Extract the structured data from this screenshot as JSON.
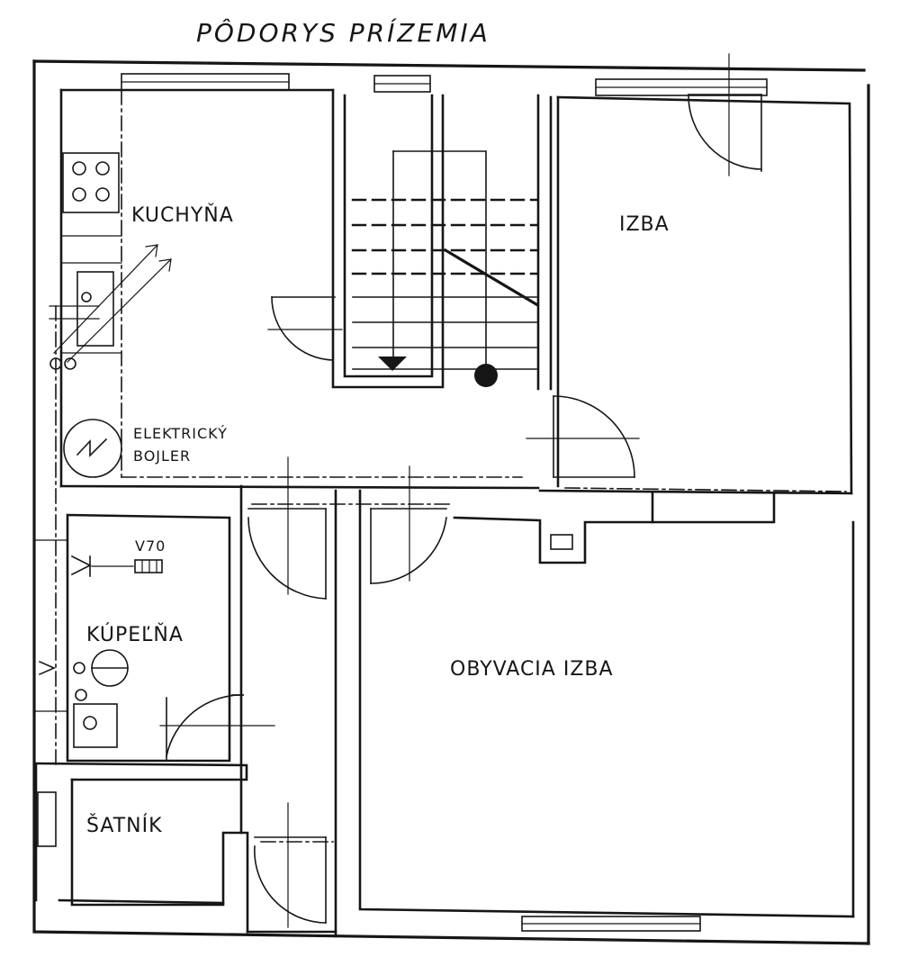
{
  "title": "PÔDORYS PRÍZEMIA",
  "rooms": {
    "kitchen": "KUCHYŇA",
    "room_east": "IZBA",
    "bathroom": "KÚPEĽŇA",
    "wardrobe": "ŠATNÍK",
    "living_room": "OBYVACIA IZBA"
  },
  "equipment": {
    "boiler_line1": "ELEKTRICKÝ",
    "boiler_line2": "BOJLER",
    "radiator_code": "V70"
  },
  "icons": [
    "stove-icon",
    "sink-icon",
    "boiler-icon",
    "toilet-icon",
    "washbasin-icon",
    "radiator-icon",
    "chimney-icon",
    "stair-arrow-icon"
  ]
}
